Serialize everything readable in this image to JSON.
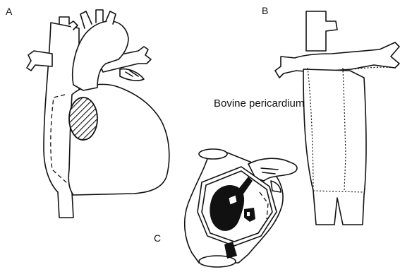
{
  "panels": {
    "a": {
      "label": "A"
    },
    "b": {
      "label": "B"
    },
    "c": {
      "label": "C"
    }
  },
  "annotations": {
    "patch_material": "Bovine pericardium"
  }
}
